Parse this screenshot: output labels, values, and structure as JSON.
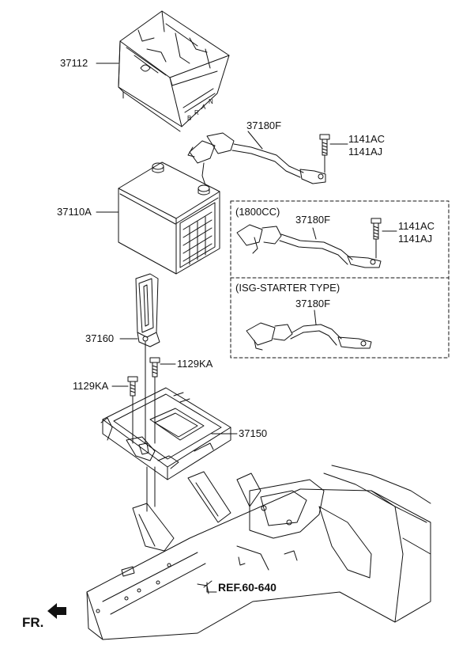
{
  "labels": {
    "p37112": "37112",
    "p37180f_main": "37180F",
    "p1141ac_main": "1141AC",
    "p1141aj_main": "1141AJ",
    "p37110a": "37110A",
    "variant1_title": "(1800CC)",
    "p37180f_v1": "37180F",
    "p1141ac_v1": "1141AC",
    "p1141aj_v1": "1141AJ",
    "variant2_title": "(ISG-STARTER TYPE)",
    "p37180f_v2": "37180F",
    "p37160": "37160",
    "p1129ka_right": "1129KA",
    "p1129ka_left": "1129KA",
    "p37150": "37150",
    "ref": "REF.60-640",
    "front": "FR."
  },
  "colors": {
    "line": "#111111",
    "background": "#ffffff"
  },
  "icons": {
    "front_arrow": "front-direction-arrow"
  }
}
